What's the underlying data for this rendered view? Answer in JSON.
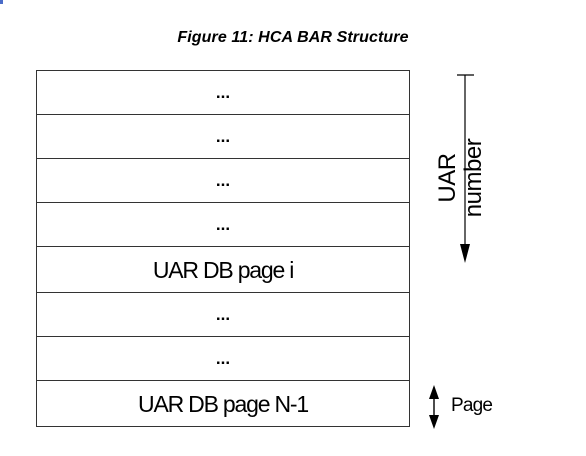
{
  "figure": {
    "title": "Figure 11: HCA BAR Structure"
  },
  "bar_rows": [
    {
      "label": "...",
      "kind": "ellipsis"
    },
    {
      "label": "...",
      "kind": "ellipsis"
    },
    {
      "label": "...",
      "kind": "ellipsis"
    },
    {
      "label": "...",
      "kind": "ellipsis"
    },
    {
      "label": "UAR DB page i",
      "kind": "text"
    },
    {
      "label": "...",
      "kind": "ellipsis"
    },
    {
      "label": "...",
      "kind": "ellipsis"
    },
    {
      "label": "UAR DB page N-1",
      "kind": "text"
    }
  ],
  "annotations": {
    "uar_number_line1": "UAR",
    "uar_number_line2": "number",
    "page_label": "Page"
  },
  "colors": {
    "border": "#333333",
    "text": "#000000",
    "corner_mark": "#4a6cc8"
  }
}
